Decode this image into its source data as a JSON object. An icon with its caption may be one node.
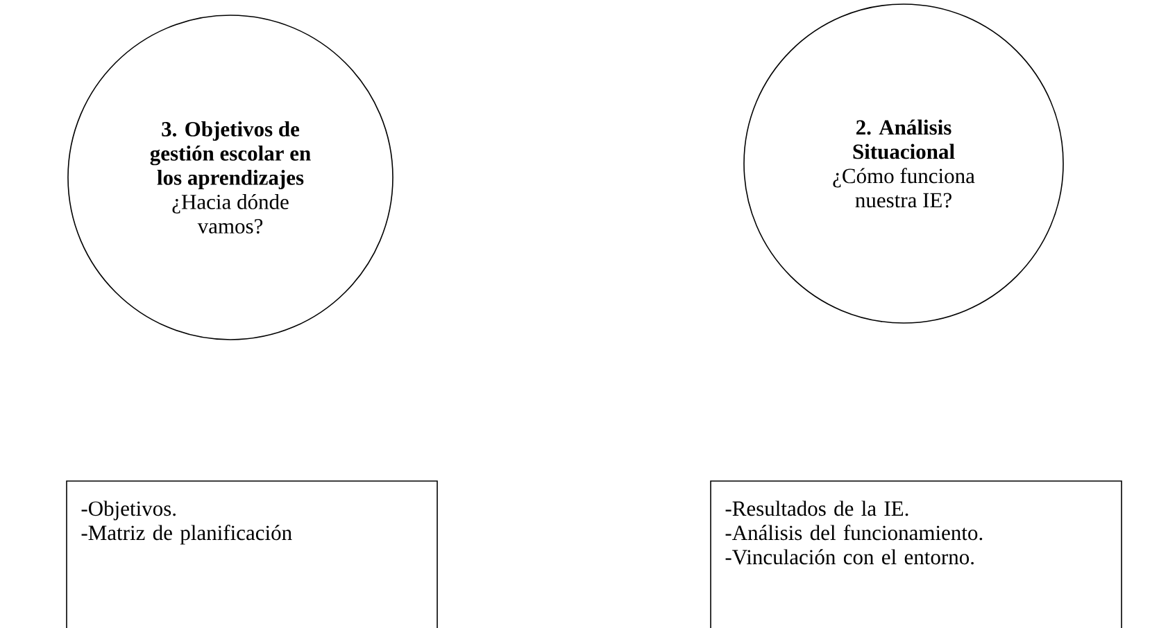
{
  "diagram": {
    "nodes": [
      {
        "text": [
          "3. Objetivos de gestión escolar en los aprendizajes",
          "¿Hacia dónde vamos?"
        ]
      },
      {
        "text": [
          "2. Análisis Situacional",
          "¿Cómo funciona nuestra IE?"
        ]
      },
      {
        "text": [
          "-Objetivos.",
          "-Matriz de planificación"
        ]
      },
      {
        "text": [
          "-Resultados de la IE.",
          "-Análisis del funcionamiento.",
          "-Vinculación con el entorno."
        ]
      }
    ]
  }
}
